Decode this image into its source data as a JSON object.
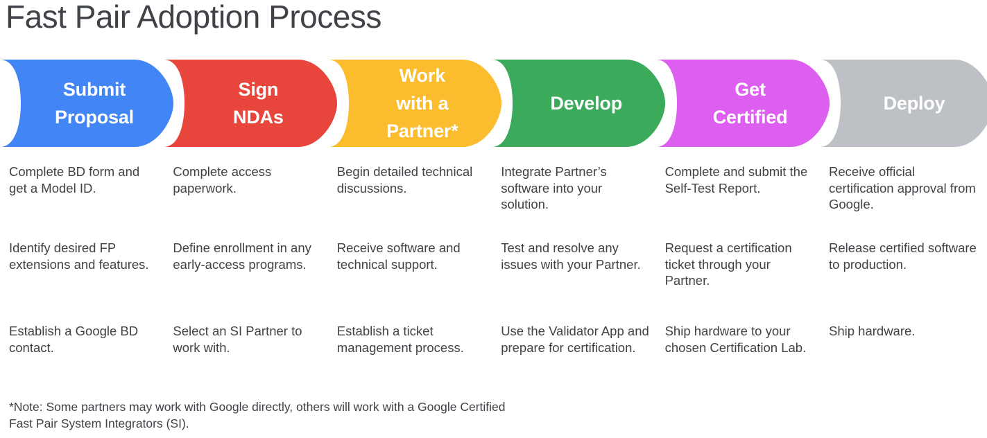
{
  "page": {
    "title": "Fast Pair Adoption Process",
    "background": "#ffffff",
    "text_color": "#3f4246"
  },
  "process": {
    "steps": [
      {
        "label": "Submit\nProposal",
        "color": "#4285f4",
        "name": "submit-proposal",
        "bullets": [
          "Complete BD form and get a Model ID.",
          "Identify desired FP extensions and features.",
          "Establish a Google BD contact."
        ]
      },
      {
        "label": "Sign\nNDAs",
        "color": "#e8453c",
        "name": "sign-ndas",
        "bullets": [
          "Complete access paperwork.",
          "Define enrollment in any early-access programs.",
          "Select an SI Partner to work with."
        ]
      },
      {
        "label": "Work\nwith a\nPartner*",
        "color": "#fbbc2e",
        "name": "work-with-a-partner",
        "bullets": [
          "Begin detailed technical discussions.",
          "Receive software and technical support.",
          "Establish a ticket management process."
        ]
      },
      {
        "label": "Develop",
        "color": "#3baa5b",
        "name": "develop",
        "bullets": [
          "Integrate Partner’s software into your solution.",
          "Test and resolve any issues with your Partner.",
          "Use the Validator App and prepare for certification."
        ]
      },
      {
        "label": "Get\nCertified",
        "color": "#dd5fef",
        "name": "get-certified",
        "bullets": [
          "Complete and submit the Self-Test Report.",
          "Request a certification ticket through your Partner.",
          "Ship hardware to your chosen Certification Lab."
        ]
      },
      {
        "label": "Deploy",
        "color": "#bdc1c6",
        "name": "deploy",
        "bullets": [
          "Receive official certification approval from Google.",
          "Release certified software to production.",
          "Ship hardware."
        ]
      }
    ]
  },
  "footnote": {
    "text": "*Note: Some partners may work with Google directly, others will work with a Google Certified Fast Pair System Integrators (SI)."
  }
}
